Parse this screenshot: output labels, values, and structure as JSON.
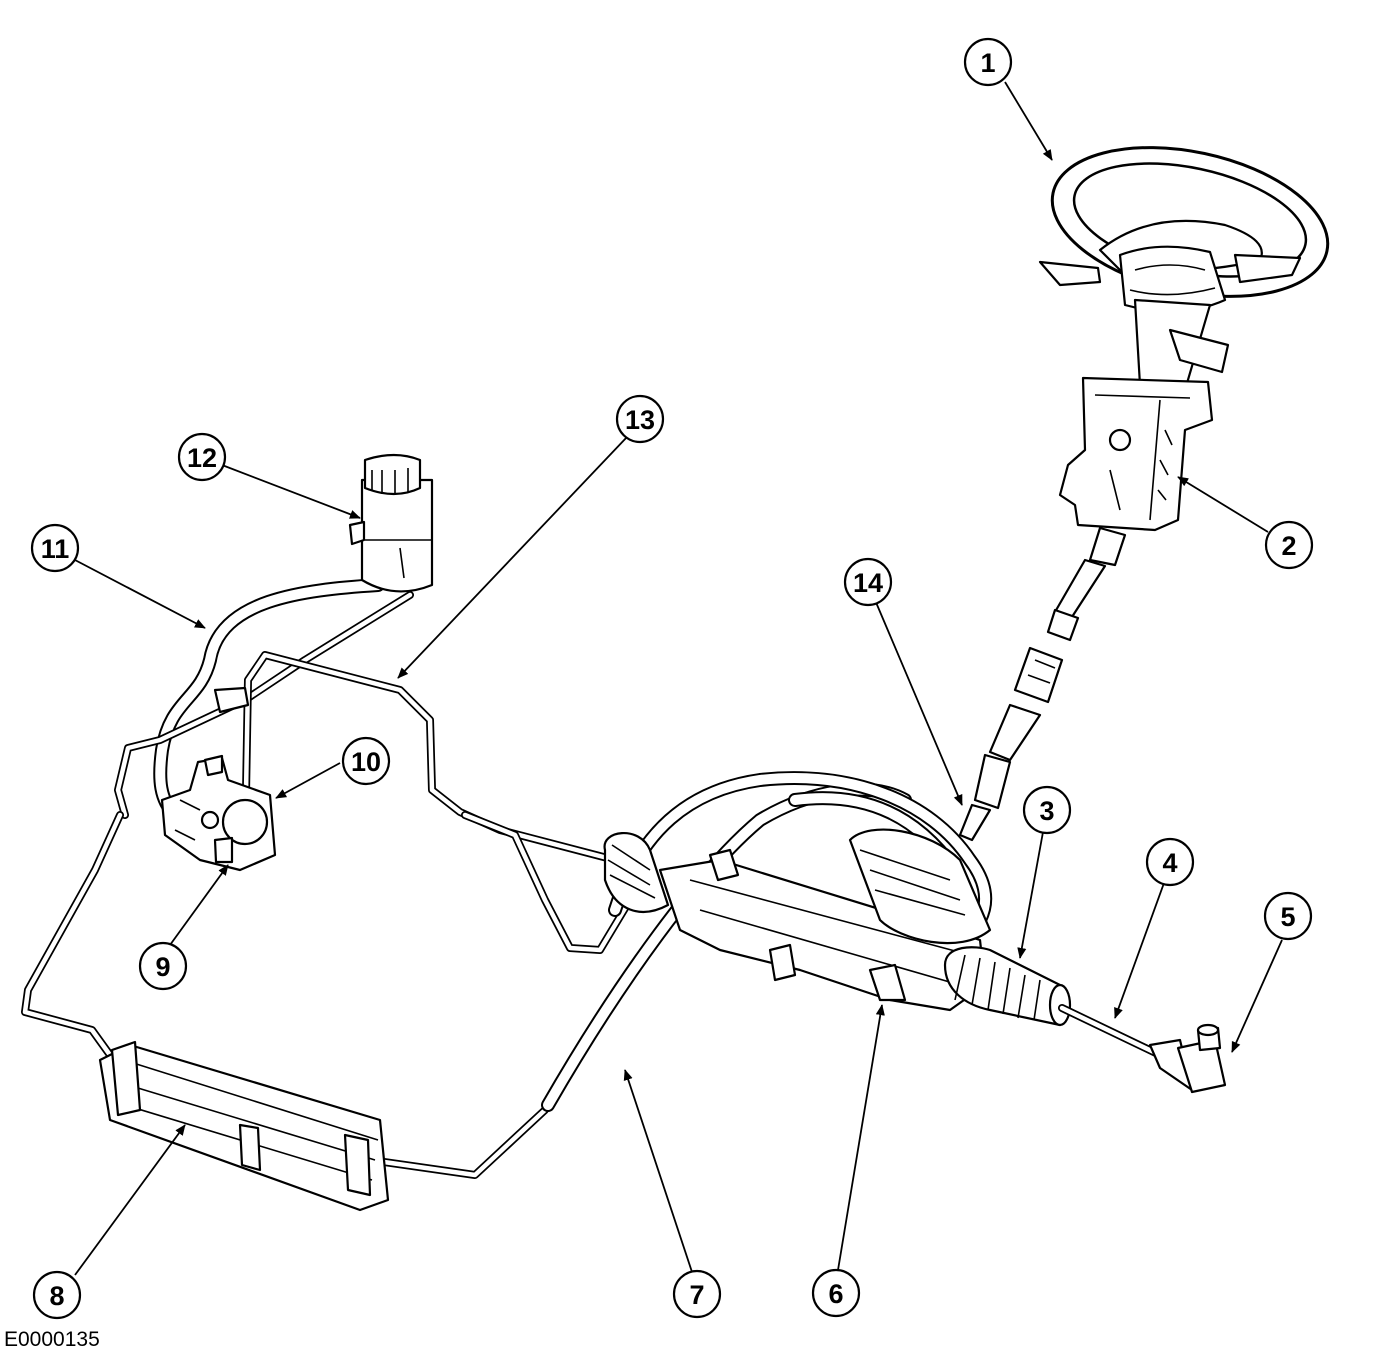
{
  "figure_id": "E0000135",
  "callouts": [
    {
      "id": "callout-1",
      "label": "1"
    },
    {
      "id": "callout-2",
      "label": "2"
    },
    {
      "id": "callout-3",
      "label": "3"
    },
    {
      "id": "callout-4",
      "label": "4"
    },
    {
      "id": "callout-5",
      "label": "5"
    },
    {
      "id": "callout-6",
      "label": "6"
    },
    {
      "id": "callout-7",
      "label": "7"
    },
    {
      "id": "callout-8",
      "label": "8"
    },
    {
      "id": "callout-9",
      "label": "9"
    },
    {
      "id": "callout-10",
      "label": "10"
    },
    {
      "id": "callout-11",
      "label": "11"
    },
    {
      "id": "callout-12",
      "label": "12"
    },
    {
      "id": "callout-13",
      "label": "13"
    },
    {
      "id": "callout-14",
      "label": "14"
    }
  ],
  "colors": {
    "line": "#000000",
    "background": "#ffffff"
  }
}
